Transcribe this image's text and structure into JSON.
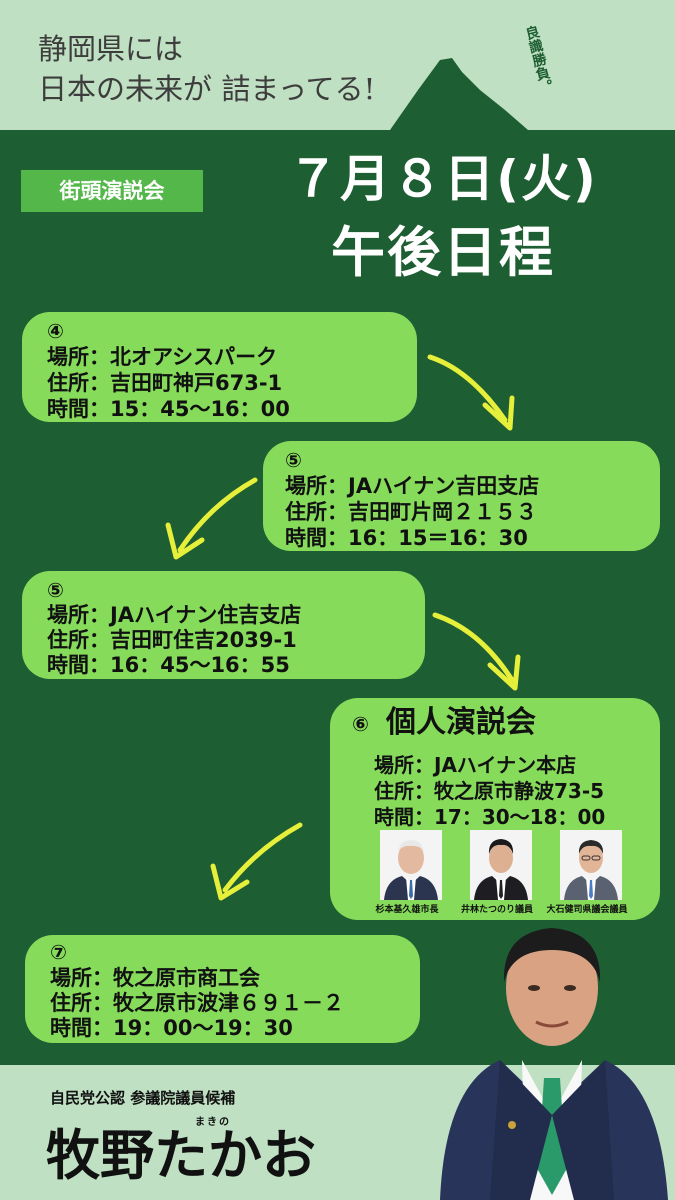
{
  "header": {
    "slogan_line1": "静岡県には",
    "slogan_line2": "日本の未来が 詰まってる!",
    "stamp": "良識勝負。"
  },
  "tag": "街頭演説会",
  "date": "７月８日(火)",
  "subtitle": "午後日程",
  "stops": [
    {
      "num": "④",
      "place": "場所：北オアシスパーク",
      "address": "住所：吉田町神戸673-1",
      "time": "時間：15：45〜16：00"
    },
    {
      "num": "⑤",
      "place": "場所：JAハイナン吉田支店",
      "address": "住所：吉田町片岡２１５３",
      "time": "時間：16：15＝16：30"
    },
    {
      "num": "⑤",
      "place": "場所：JAハイナン住吉支店",
      "address": "住所：吉田町住吉2039-1",
      "time": "時間：16：45〜16：55"
    },
    {
      "num": "⑥",
      "title": "個人演説会",
      "place": "場所：JAハイナン本店",
      "address": "住所：牧之原市静波73-5",
      "time": "時間：17：30〜18：00"
    },
    {
      "num": "⑦",
      "place": "場所：牧之原市商工会",
      "address": "住所：牧之原市波津６９１－２",
      "time": "時間：19：00〜19：30"
    }
  ],
  "speakers": [
    {
      "caption": "杉本基久雄市長"
    },
    {
      "caption": "井林たつのり議員"
    },
    {
      "caption": "大石健司県議会議員"
    }
  ],
  "footer": {
    "party": "自民党公認 参議院議員候補",
    "ruby": "まきの",
    "name": "牧野たかお"
  },
  "colors": {
    "background": "#1e5e33",
    "card": "#86dc5a",
    "tag": "#53b849",
    "header": "#bfe0c2",
    "arrow": "#e6f03a"
  }
}
